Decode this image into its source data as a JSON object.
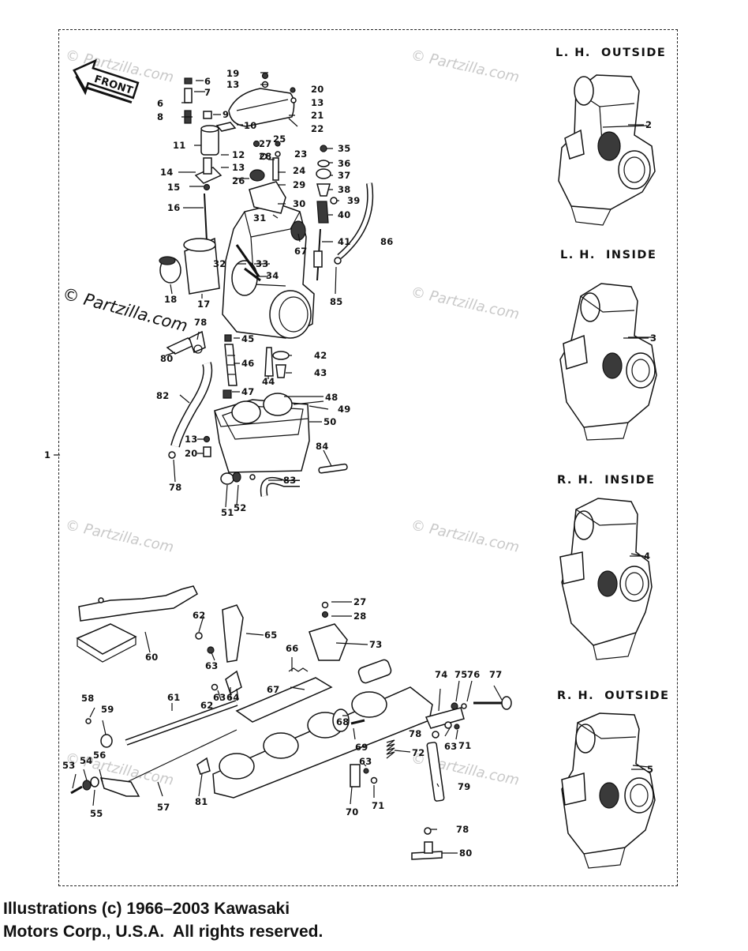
{
  "front_arrow": "FRONT",
  "watermark": {
    "symbol": "©",
    "text": "Partzilla.com"
  },
  "headers": {
    "lh_outside": "L. H.  OUTSIDE",
    "lh_inside": "L. H.  INSIDE",
    "rh_inside": "R. H.  INSIDE",
    "rh_outside": "R. H.  OUTSIDE"
  },
  "carb_views": [
    {
      "view": "L.H. OUTSIDE",
      "ref": "2"
    },
    {
      "view": "L.H. INSIDE",
      "ref": "3"
    },
    {
      "view": "R.H. INSIDE",
      "ref": "4"
    },
    {
      "view": "R.H. OUTSIDE",
      "ref": "5"
    }
  ],
  "assembly_ref": "1",
  "part_labels": [
    "19",
    "6",
    "13",
    "7",
    "20",
    "6",
    "13",
    "8",
    "9",
    "21",
    "10",
    "22",
    "11",
    "27",
    "25",
    "35",
    "12",
    "28",
    "23",
    "36",
    "14",
    "13",
    "26",
    "24",
    "37",
    "15",
    "29",
    "38",
    "39",
    "16",
    "30",
    "40",
    "31",
    "86",
    "41",
    "67",
    "32",
    "33",
    "34",
    "18",
    "17",
    "85",
    "78",
    "45",
    "42",
    "80",
    "46",
    "43",
    "44",
    "82",
    "47",
    "48",
    "49",
    "50",
    "13",
    "84",
    "20",
    "78",
    "83",
    "51",
    "52",
    "27",
    "28",
    "62",
    "65",
    "60",
    "73",
    "66",
    "63",
    "67",
    "74",
    "75",
    "76",
    "77",
    "58",
    "61",
    "62",
    "63",
    "64",
    "59",
    "68",
    "78",
    "71",
    "63",
    "56",
    "69",
    "72",
    "53",
    "54",
    "79",
    "57",
    "81",
    "63",
    "55",
    "70",
    "71",
    "78",
    "80"
  ],
  "copyright": {
    "line1": "Illustrations (c) 1966–2003 Kawasaki",
    "line2": "Motors Corp., U.S.A.  All rights reserved."
  }
}
